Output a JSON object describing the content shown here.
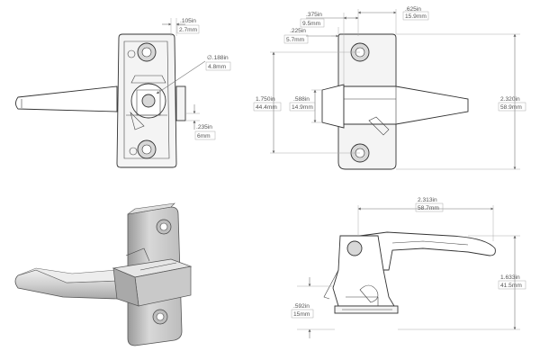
{
  "dimensions": {
    "d105": {
      "in": ".105in",
      "mm": "2.7mm"
    },
    "d188": {
      "in": "∅.188in",
      "mm": "4.8mm"
    },
    "d235": {
      "in": ".235in",
      "mm": "6mm"
    },
    "d375": {
      "in": ".375in",
      "mm": "9.5mm"
    },
    "d225": {
      "in": ".225in",
      "mm": "5.7mm"
    },
    "d625": {
      "in": ".625in",
      "mm": "15.9mm"
    },
    "d1750": {
      "in": "1.750in",
      "mm": "44.4mm"
    },
    "d588": {
      "in": ".588in",
      "mm": "14.9mm"
    },
    "d2320": {
      "in": "2.320in",
      "mm": "58.9mm"
    },
    "d2313": {
      "in": "2.313in",
      "mm": "58.7mm"
    },
    "d1633": {
      "in": "1.633in",
      "mm": "41.5mm"
    },
    "d592": {
      "in": ".592in",
      "mm": "15mm"
    }
  }
}
